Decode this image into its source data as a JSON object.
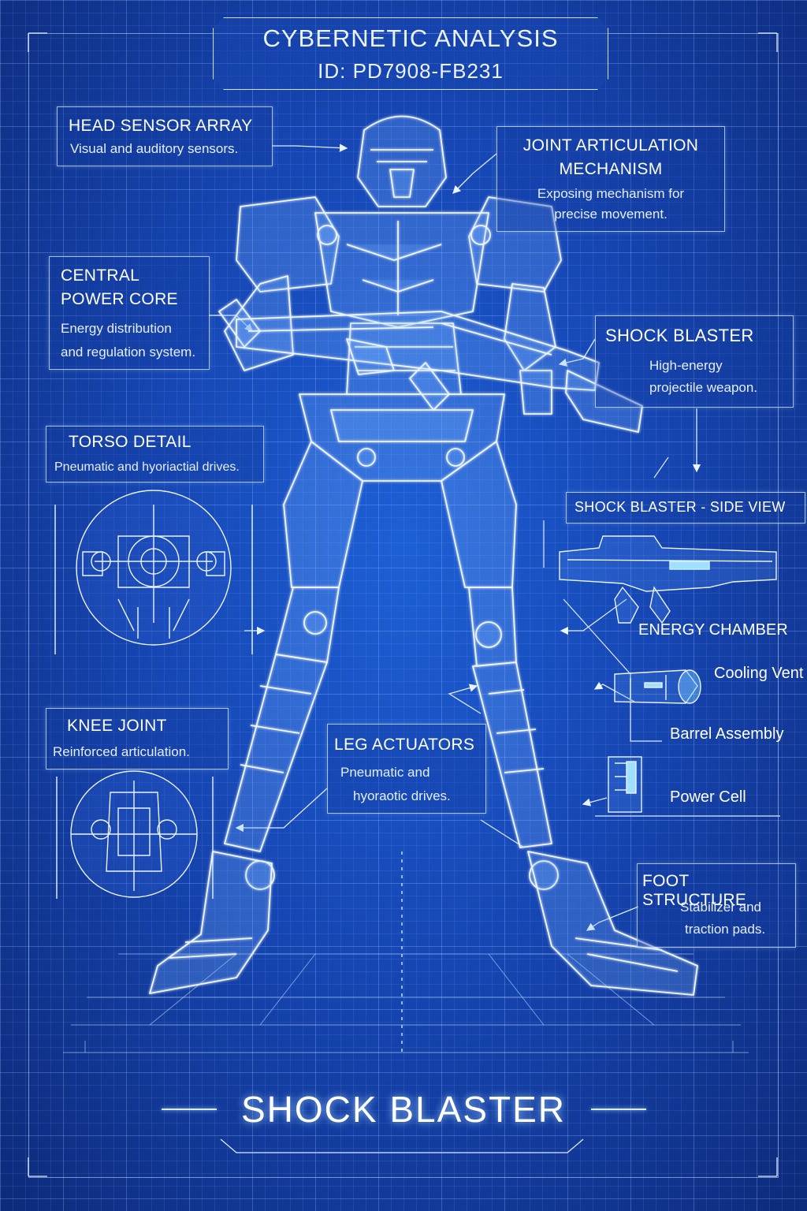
{
  "header": {
    "title": "CYBERNETIC ANALYSIS",
    "id_label": "ID: PD7908-FB231"
  },
  "callouts": {
    "head": {
      "title": "HEAD SENSOR ARRAY",
      "desc": "Visual and auditory sensors."
    },
    "joint": {
      "title_line1": "JOINT ARTICULATION",
      "title_line2": "MECHANISM",
      "desc_line1": "Exposing mechanism for",
      "desc_line2": "precise movement."
    },
    "core": {
      "title_line1": "CENTRAL",
      "title_line2": "POWER CORE",
      "desc_line1": "Energy distribution",
      "desc_line2": "and regulation system."
    },
    "blaster": {
      "title": "SHOCK BLASTER",
      "desc_line1": "High-energy",
      "desc_line2": "projectile weapon."
    },
    "torso": {
      "title": "TORSO DETAIL",
      "desc": "Pneumatic and hyoriactial drives."
    },
    "side_view": {
      "title": "SHOCK BLASTER - SIDE VIEW"
    },
    "energy": {
      "title": "ENERGY CHAMBER"
    },
    "cooling": {
      "label": "Cooling Vent"
    },
    "barrel": {
      "label": "Barrel Assembly"
    },
    "power_cell": {
      "label": "Power Cell"
    },
    "knee": {
      "title": "KNEE JOINT",
      "desc": "Reinforced articulation."
    },
    "leg": {
      "title": "LEG ACTUATORS",
      "desc_line1": "Pneumatic and",
      "desc_line2": "hyoraotic drives."
    },
    "foot": {
      "title": "FOOT STRUCTURE",
      "desc_line1": "Stabilizer and",
      "desc_line2": "traction pads."
    }
  },
  "footer": {
    "title": "SHOCK BLASTER"
  },
  "colors": {
    "background": "#1646b3",
    "line": "#dcebff",
    "glow": "#8fd0ff"
  },
  "icons": [
    "robot-illustration",
    "shock-blaster-side-icon",
    "energy-chamber-icon",
    "power-cell-icon",
    "torso-detail-diagram",
    "knee-joint-diagram"
  ]
}
